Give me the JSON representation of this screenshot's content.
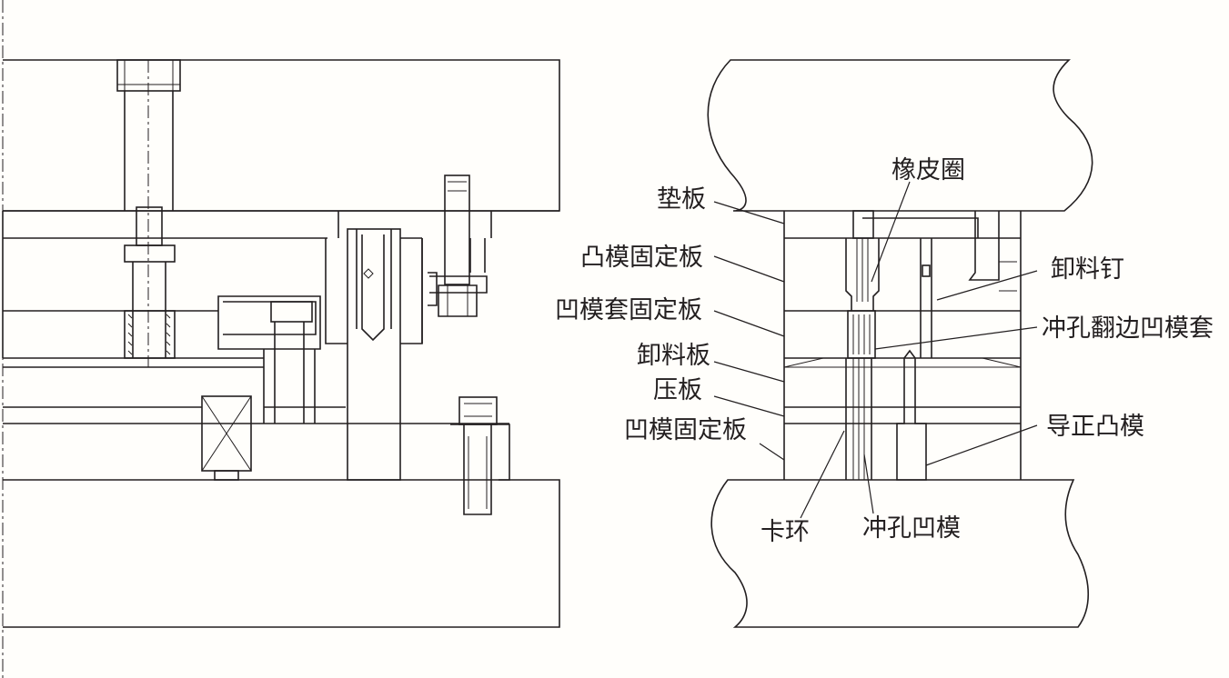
{
  "labels": {
    "dianban": "垫板",
    "tumo_guding": "凸模固定板",
    "aomotao_guding": "凹模套固定板",
    "xieliao_ban": "卸料板",
    "ya_ban": "压板",
    "aomo_guding": "凹模固定板",
    "xiangpiquan": "橡皮圈",
    "xieliao_ding": "卸料钉",
    "chongkong_fanbian": "冲孔翻边凹模套",
    "daozheng_tumo": "导正凸模",
    "ka_huan": "卡环",
    "chongkong_aomo": "冲孔凹模"
  }
}
